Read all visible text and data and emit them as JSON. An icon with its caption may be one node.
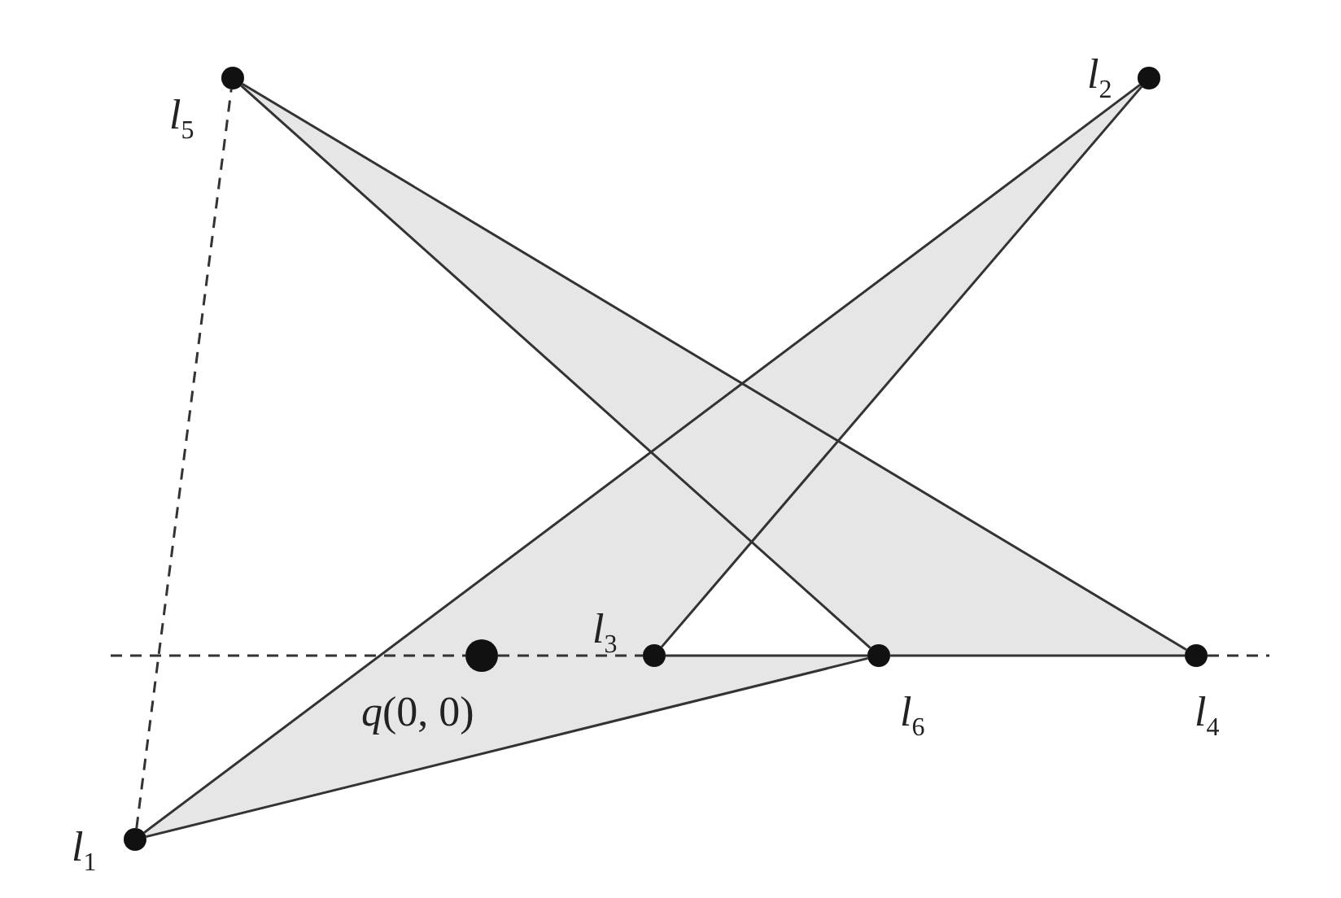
{
  "diagram": {
    "nodes": [
      {
        "text": [],
        "shape": "circle",
        "beside": [
          "l$_{5}$"
        ]
      },
      {
        "text": [],
        "shape": "circle",
        "beside": [
          "l$_{2}$"
        ]
      },
      {
        "text": [],
        "shape": "circle",
        "beside": [
          "*q*(0, 0)"
        ]
      },
      {
        "text": [],
        "shape": "circle",
        "beside": [
          "l$_{3}$"
        ]
      },
      {
        "text": [],
        "shape": "circle",
        "beside": [
          "l$_{6}$"
        ]
      },
      {
        "text": [],
        "shape": "circle",
        "beside": [
          "l$_{4}$"
        ]
      },
      {
        "text": [],
        "shape": "circle",
        "beside": [
          "l$_{1}$"
        ]
      }
    ],
    "edges": [
      {
        "from": 0,
        "to": 4,
        "arrow": "none"
      },
      {
        "from": 0,
        "to": 5,
        "arrow": "none"
      },
      {
        "from": 1,
        "to": 6,
        "arrow": "none"
      },
      {
        "from": 1,
        "to": 3,
        "arrow": "none"
      },
      {
        "from": 3,
        "to": 4,
        "arrow": "none"
      },
      {
        "from": 4,
        "to": 5,
        "arrow": "none"
      },
      {
        "from": 6,
        "to": 4,
        "arrow": "none"
      },
      {
        "from": 6,
        "to": 0,
        "arrow": "none",
        "style": "dashed"
      },
      {
        "from": 2,
        "to": 3,
        "arrow": "none",
        "style": "dashed"
      }
    ]
  }
}
